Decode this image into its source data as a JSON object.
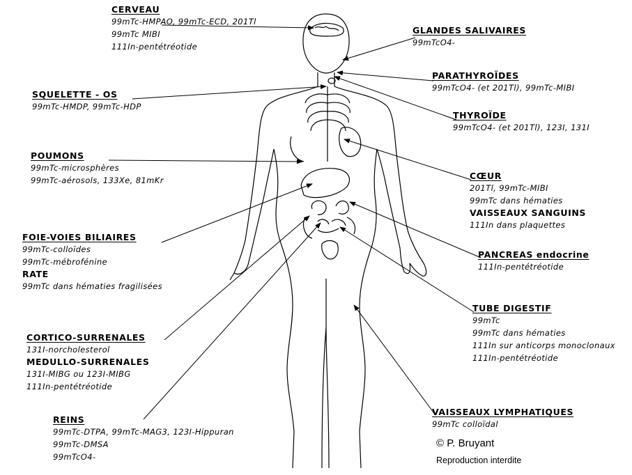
{
  "labels": {
    "cerveau": {
      "title": "CERVEAU",
      "lines": [
        "99mTc-HMPAO, 99mTc-ECD, 201Tl",
        "99mTc MIBI",
        "111In-pentétréotide"
      ]
    },
    "squelette": {
      "title": "SQUELETTE - OS",
      "lines": [
        "99mTc-HMDP, 99mTc-HDP"
      ]
    },
    "poumons": {
      "title": "POUMONS",
      "lines": [
        "99mTc-microsphères",
        "99mTc-aérosols, 133Xe, 81mKr"
      ]
    },
    "foie": {
      "title": "FOIE-VOIES BILIAIRES",
      "lines": [
        "99mTc-colloïdes",
        "99mTc-mébrofénine"
      ],
      "sub": "RATE",
      "sub_lines": [
        "99mTc dans hématies fragilisées"
      ]
    },
    "cortico": {
      "title": "CORTICO-SURRENALES",
      "lines": [
        "131I-norcholesterol"
      ],
      "sub": "MEDULLO-SURRENALES",
      "sub_lines": [
        "131I-MIBG ou 123I-MIBG",
        "111In-pentétréotide"
      ]
    },
    "reins": {
      "title": "REINS",
      "lines": [
        "99mTc-DTPA, 99mTc-MAG3, 123I-Hippuran",
        "99mTc-DMSA",
        "99mTcO4-"
      ]
    },
    "glandes": {
      "title": "GLANDES SALIVAIRES",
      "lines": [
        "99mTcO4-"
      ]
    },
    "parathyroides": {
      "title": "PARATHYROÏDES",
      "lines": [
        "99mTcO4- (et 201Tl), 99mTc-MIBI"
      ]
    },
    "thyroide": {
      "title": "THYROÏDE",
      "lines": [
        "99mTcO4- (et 201Tl), 123I, 131I"
      ]
    },
    "coeur": {
      "title": "CŒUR",
      "lines": [
        "201Tl, 99mTc-MIBI",
        "99mTc dans hématies"
      ],
      "sub": "VAISSEAUX SANGUINS",
      "sub_lines": [
        "111In dans plaquettes"
      ]
    },
    "pancreas": {
      "title": "PANCREAS endocrine",
      "lines": [
        "111In-pentétréotide"
      ]
    },
    "tube": {
      "title": "TUBE DIGESTIF",
      "lines": [
        "99mTc",
        "99mTc dans hématies",
        "111In sur anticorps monoclonaux",
        "111In-pentétréotide"
      ]
    },
    "vaisseaux": {
      "title": "VAISSEAUX LYMPHATIQUES",
      "lines": [
        "99mTc colloïdal"
      ]
    }
  },
  "footer": {
    "copyright": "© P. Bruyant",
    "reproduction": "Reproduction interdite"
  }
}
